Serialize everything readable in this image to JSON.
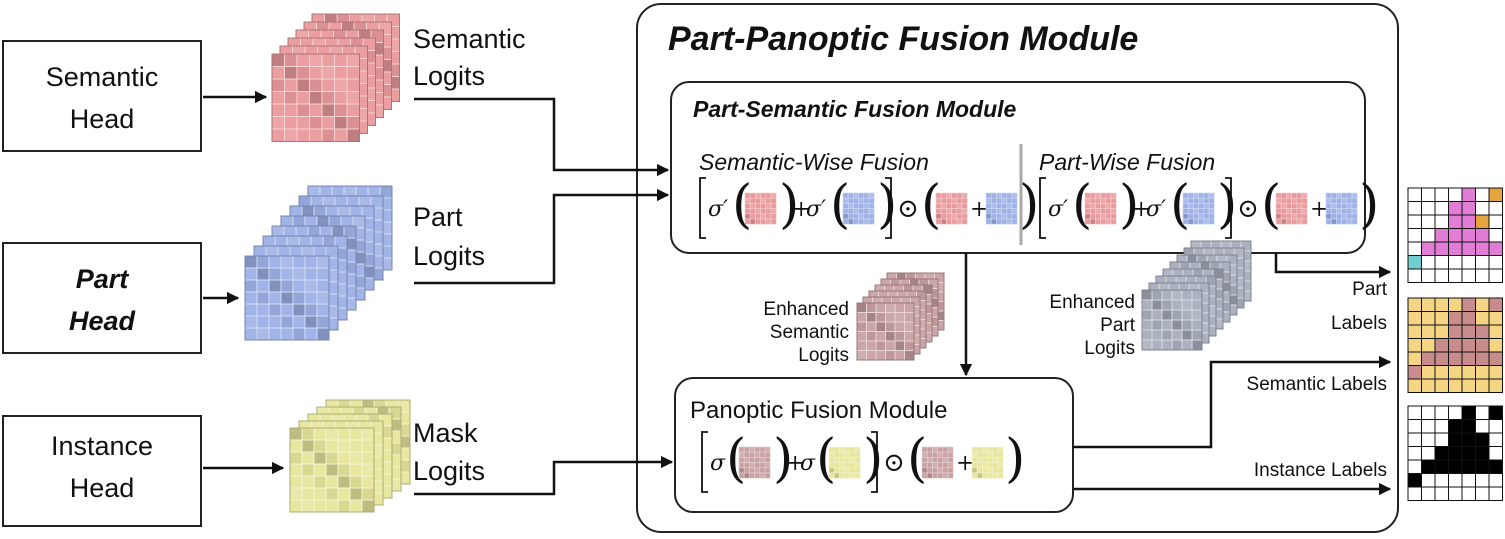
{
  "heads": {
    "semantic": {
      "line1": "Semantic",
      "line2": "Head"
    },
    "part": {
      "line1": "Part",
      "line2": "Head"
    },
    "instance": {
      "line1": "Instance",
      "line2": "Head"
    }
  },
  "logits": {
    "semantic": {
      "line1": "Semantic",
      "line2": "Logits"
    },
    "part": {
      "line1": "Part",
      "line2": "Logits"
    },
    "mask": {
      "line1": "Mask",
      "line2": "Logits"
    },
    "enhanced_semantic": {
      "line1": "Enhanced",
      "line2": "Semantic",
      "line3": "Logits"
    },
    "enhanced_part": {
      "line1": "Enhanced",
      "line2": "Part",
      "line3": "Logits"
    }
  },
  "modules": {
    "part_panoptic": {
      "title": "Part-Panoptic Fusion Module"
    },
    "part_semantic": {
      "title": "Part-Semantic Fusion Module",
      "semantic_wise": "Semantic-Wise Fusion",
      "part_wise": "Part-Wise Fusion"
    },
    "panoptic": {
      "title": "Panoptic Fusion Module"
    }
  },
  "math": {
    "sigma_prime": "σ′",
    "sigma": "σ",
    "plus": "+",
    "odot": "⊙"
  },
  "outputs": {
    "part_labels": {
      "line1": "Part",
      "line2": "Labels"
    },
    "semantic_labels": "Semantic Labels",
    "instance_labels": "Instance Labels"
  },
  "colors": {
    "semantic": "#e99a9c",
    "part": "#9db1e6",
    "mask": "#e6e69c",
    "enhanced_semantic": "#c9a1a3",
    "enhanced_part": "#a9aebd",
    "label_magenta": "#e27dd6",
    "label_orange": "#e5a53c",
    "label_teal": "#6fd0cf",
    "label_sand": "#f3d584",
    "label_rose": "#c98c8c"
  }
}
